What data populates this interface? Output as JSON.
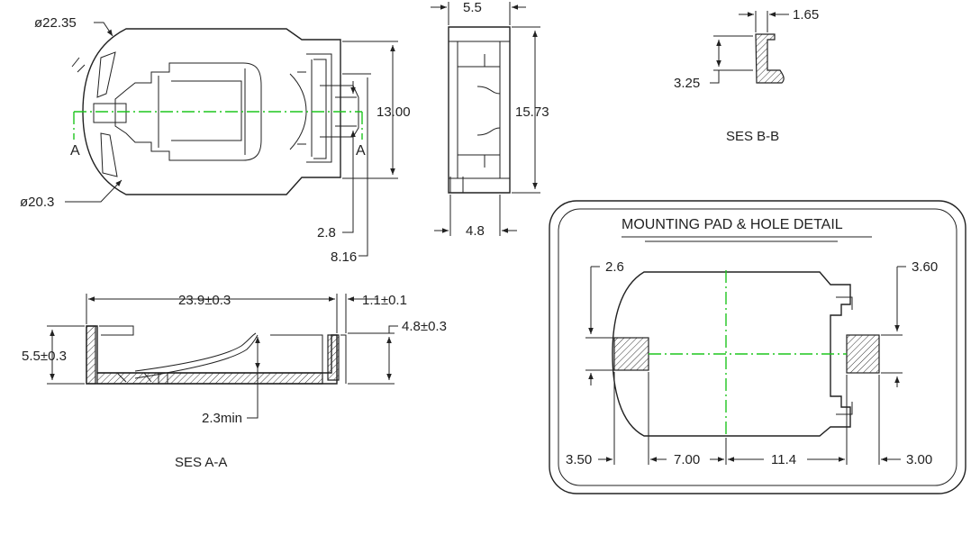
{
  "top_view": {
    "dim_outer_diameter": "ø22.35",
    "dim_inner_diameter": "ø20.3",
    "dim_height_inner": "13.00",
    "dim_spring_width": "2.8",
    "dim_spring_offset": "8.16",
    "section_mark_left": "A",
    "section_mark_right": "A"
  },
  "side_view": {
    "dim_width_top": "5.5",
    "dim_height": "15.73",
    "dim_width_bottom": "4.8"
  },
  "section_bb": {
    "dim_thickness": "1.65",
    "dim_height": "3.25",
    "title": "SES   B-B"
  },
  "section_aa": {
    "dim_length": "23.9±0.3",
    "dim_tab": "1.1±0.1",
    "dim_height_left": "5.5±0.3",
    "dim_height_right": "4.8±0.3",
    "dim_clearance": "2.3min",
    "title": "SES   A-A"
  },
  "pad_detail": {
    "title": "MOUNTING PAD & HOLE DETAIL",
    "dim_left_pad": "2.6",
    "dim_right_pad": "3.60",
    "dim_a": "3.50",
    "dim_b": "7.00",
    "dim_c": "11.4",
    "dim_d": "3.00"
  }
}
